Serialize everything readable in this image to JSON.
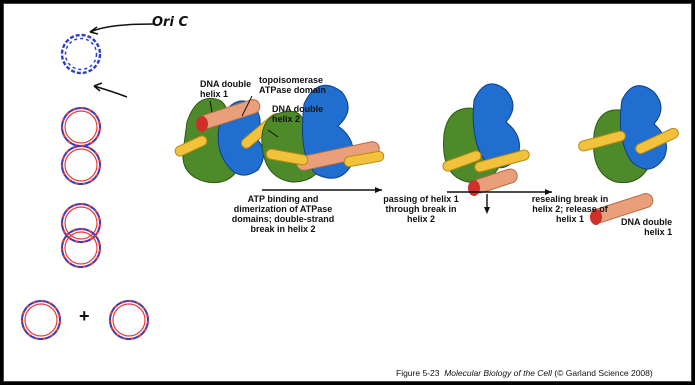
{
  "ori_label": "Ori C",
  "plus": "+",
  "labels": {
    "dna_helix_1": [
      "DNA double",
      "helix 1"
    ],
    "topo_atpase": [
      "topoisomerase",
      "ATPase domain"
    ],
    "dna_helix_2": [
      "DNA double",
      "helix 2"
    ],
    "dna_helix_1_end": [
      "DNA double",
      "helix 1"
    ]
  },
  "steps": [
    [
      "ATP binding and",
      "dimerization of ATPase",
      "domains; double-strand",
      "break in helix 2"
    ],
    [
      "passing of helix 1",
      "through break in",
      "helix 2"
    ],
    [
      "resealing break in",
      "helix 2; release of",
      "helix 1"
    ]
  ],
  "caption": {
    "prefix": "Figure 5-23",
    "title": "Molecular Biology of the Cell",
    "suffix": "(© Garland Science 2008)"
  },
  "colors": {
    "strand_blue": "#2d3fc4",
    "strand_red": "#e23a3a",
    "protein_green": "#4e8a2a",
    "protein_blue": "#1f6ed0",
    "helix_orange": "#e9a07a",
    "helix_yellow": "#f3c23c"
  }
}
